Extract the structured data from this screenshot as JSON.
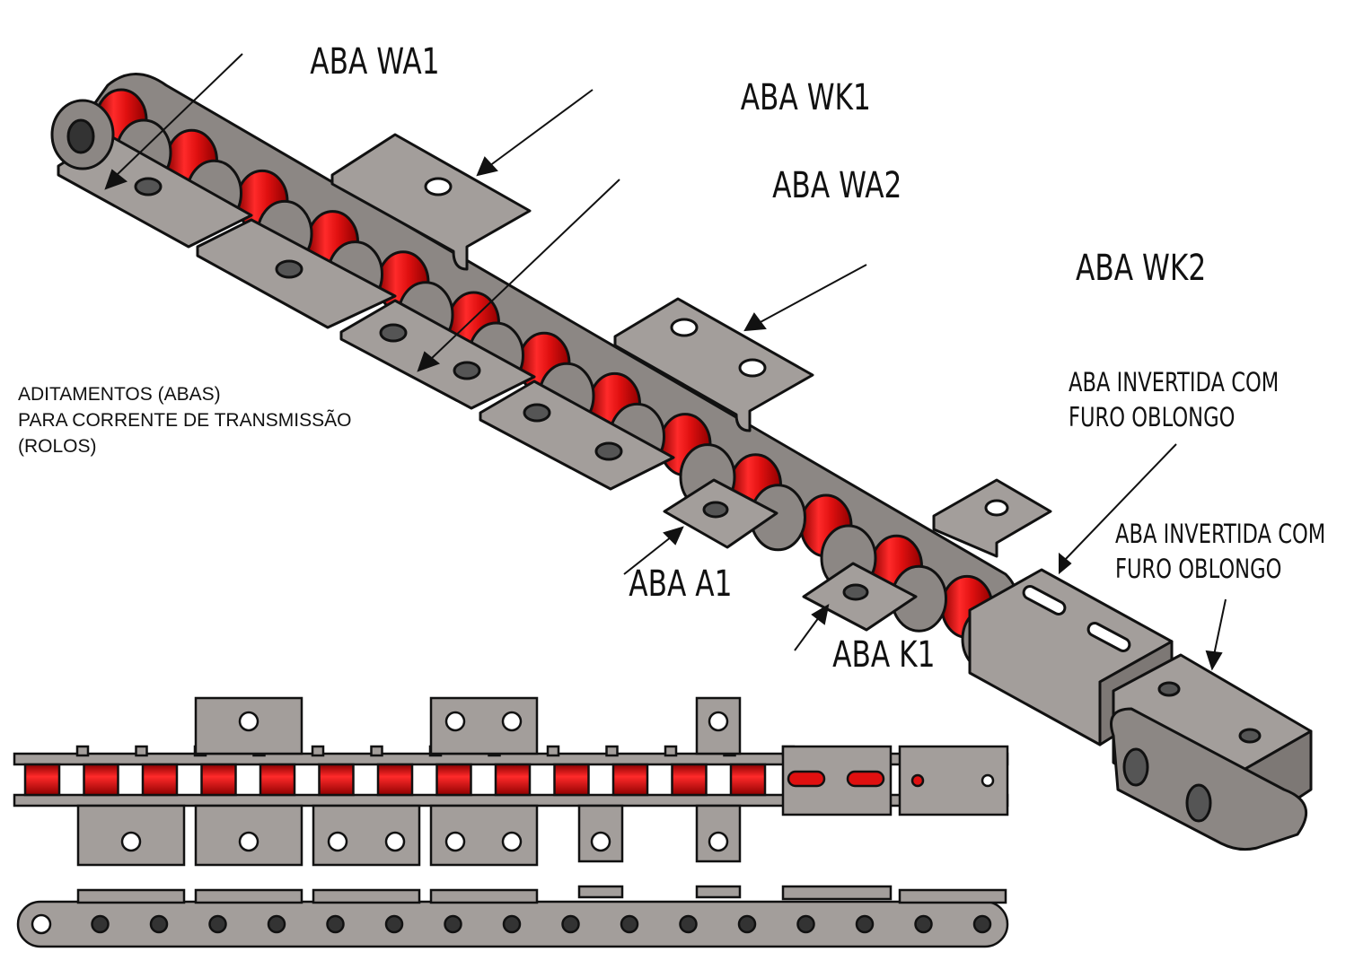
{
  "caption": {
    "line1": "ADITAMENTOS (ABAS)",
    "line2": "PARA CORRENTE DE TRANSMISSÃO",
    "line3": "(ROLOS)"
  },
  "labels": {
    "wa1": "ABA WA1",
    "wk1": "ABA WK1",
    "wa2": "ABA WA2",
    "wk2": "ABA WK2",
    "a1": "ABA A1",
    "k1": "ABA K1",
    "inv1_line1": "ABA INVERTIDA COM",
    "inv1_line2": "FURO OBLONGO",
    "inv2_line1": "ABA INVERTIDA COM",
    "inv2_line2": "FURO OBLONGO"
  },
  "colors": {
    "roller_red": "#e01010",
    "plate_gray": "#a39e9b",
    "plate_dark": "#7d7875",
    "outline": "#111111"
  }
}
